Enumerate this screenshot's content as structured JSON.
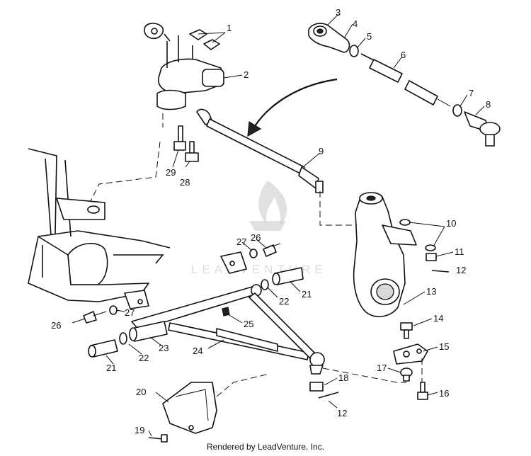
{
  "watermark": {
    "text": "LEADVENTURE"
  },
  "footer": {
    "text": "Rendered by LeadVenture, Inc."
  },
  "callouts": [
    {
      "id": "c1",
      "label": "1"
    },
    {
      "id": "c2",
      "label": "2"
    },
    {
      "id": "c3",
      "label": "3"
    },
    {
      "id": "c4",
      "label": "4"
    },
    {
      "id": "c5",
      "label": "5"
    },
    {
      "id": "c6",
      "label": "6"
    },
    {
      "id": "c7",
      "label": "7"
    },
    {
      "id": "c8",
      "label": "8"
    },
    {
      "id": "c9",
      "label": "9"
    },
    {
      "id": "c10",
      "label": "10"
    },
    {
      "id": "c11",
      "label": "11"
    },
    {
      "id": "c12a",
      "label": "12"
    },
    {
      "id": "c13",
      "label": "13"
    },
    {
      "id": "c14",
      "label": "14"
    },
    {
      "id": "c15",
      "label": "15"
    },
    {
      "id": "c16",
      "label": "16"
    },
    {
      "id": "c17",
      "label": "17"
    },
    {
      "id": "c18",
      "label": "18"
    },
    {
      "id": "c12b",
      "label": "12"
    },
    {
      "id": "c19",
      "label": "19"
    },
    {
      "id": "c20",
      "label": "20"
    },
    {
      "id": "c21a",
      "label": "21"
    },
    {
      "id": "c22a",
      "label": "22"
    },
    {
      "id": "c23",
      "label": "23"
    },
    {
      "id": "c24",
      "label": "24"
    },
    {
      "id": "c25",
      "label": "25"
    },
    {
      "id": "c21b",
      "label": "21"
    },
    {
      "id": "c22b",
      "label": "22"
    },
    {
      "id": "c26a",
      "label": "26"
    },
    {
      "id": "c27a",
      "label": "27"
    },
    {
      "id": "c26b",
      "label": "26"
    },
    {
      "id": "c27b",
      "label": "27"
    },
    {
      "id": "c28",
      "label": "28"
    },
    {
      "id": "c29",
      "label": "29"
    }
  ]
}
